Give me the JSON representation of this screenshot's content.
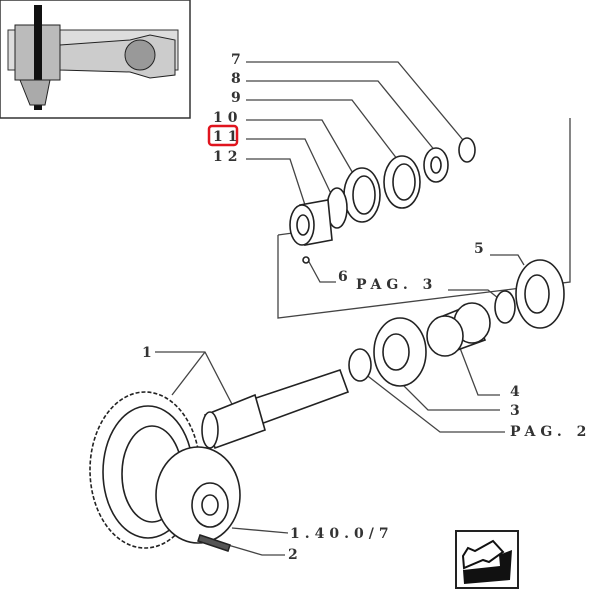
{
  "callouts": {
    "c7": "7",
    "c8": "8",
    "c9": "9",
    "c10": "10",
    "c11": "11",
    "c12": "12",
    "c6": "6",
    "c5": "5",
    "c4": "4",
    "c3": "3",
    "c1": "1",
    "c2": "2",
    "pag3": "PAG. 3",
    "pag2": "PAG. 2",
    "ref": "1.40.0/7"
  },
  "highlight": {
    "label": "11",
    "color": "#e0141e"
  },
  "nav": {
    "icon": "back-arrow-icon"
  }
}
